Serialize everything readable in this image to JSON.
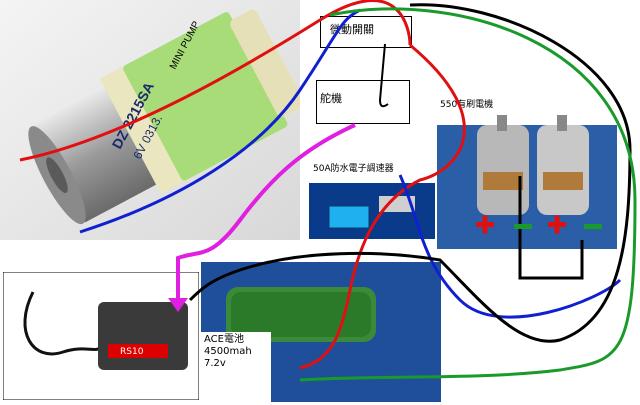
{
  "labels": {
    "micro_switch": "微動開關",
    "servo": "舵機",
    "motors_550": "550有刷電機",
    "esc_50a": "50A防水電子調速器",
    "battery_line1": "ACE電池",
    "battery_line2": "4500mah",
    "battery_line3": "7.2v"
  },
  "pump_label": {
    "line1": "MINI PUMP",
    "line2": "DZ 2215SA",
    "line3": "6V 0313."
  },
  "receiver_label": "RS10",
  "colors": {
    "red_wire": "#e01010",
    "blue_wire": "#1020d0",
    "black_wire": "#000000",
    "green_wire": "#1a9a2a",
    "magenta_wire": "#e020e0",
    "motor_panel_bg": "#2a5fa8",
    "battery_panel_bg": "#1f4f9a",
    "esc_panel_bg": "#0a3a8a"
  },
  "icons": [
    "plus-icon",
    "minus-icon",
    "arrow-icon"
  ]
}
